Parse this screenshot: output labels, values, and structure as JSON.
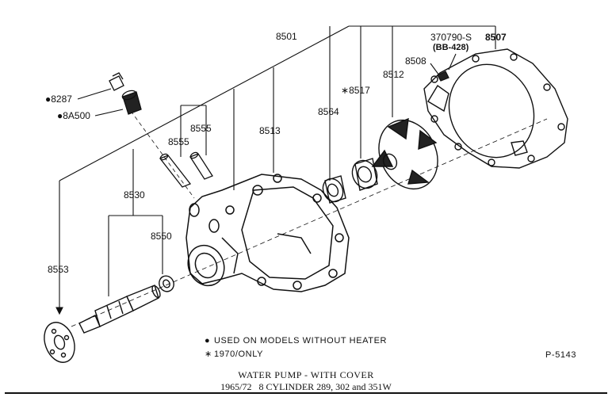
{
  "parts": {
    "p8501": "8501",
    "p370790s": "370790-S",
    "pbb428": "(BB-428)",
    "p8507": "8507",
    "p8508": "8508",
    "p8512": "8512",
    "p8517": "8517",
    "p8564": "8564",
    "p8513": "8513",
    "p8555a": "8555",
    "p8555b": "8555",
    "p8287": "8287",
    "p8A500": "8A500",
    "p8530": "8530",
    "p8550": "8550",
    "p8553": "8553"
  },
  "symbols": {
    "dot": "●",
    "star": "∗"
  },
  "legend": {
    "dot_note": "USED ON MODELS WITHOUT HEATER",
    "star_note": "1970/ONLY"
  },
  "figure_code": "P-5143",
  "caption": {
    "title": "WATER PUMP - WITH COVER",
    "years": "1965/72",
    "engines": "8 CYLINDER 289, 302 and 351W"
  }
}
